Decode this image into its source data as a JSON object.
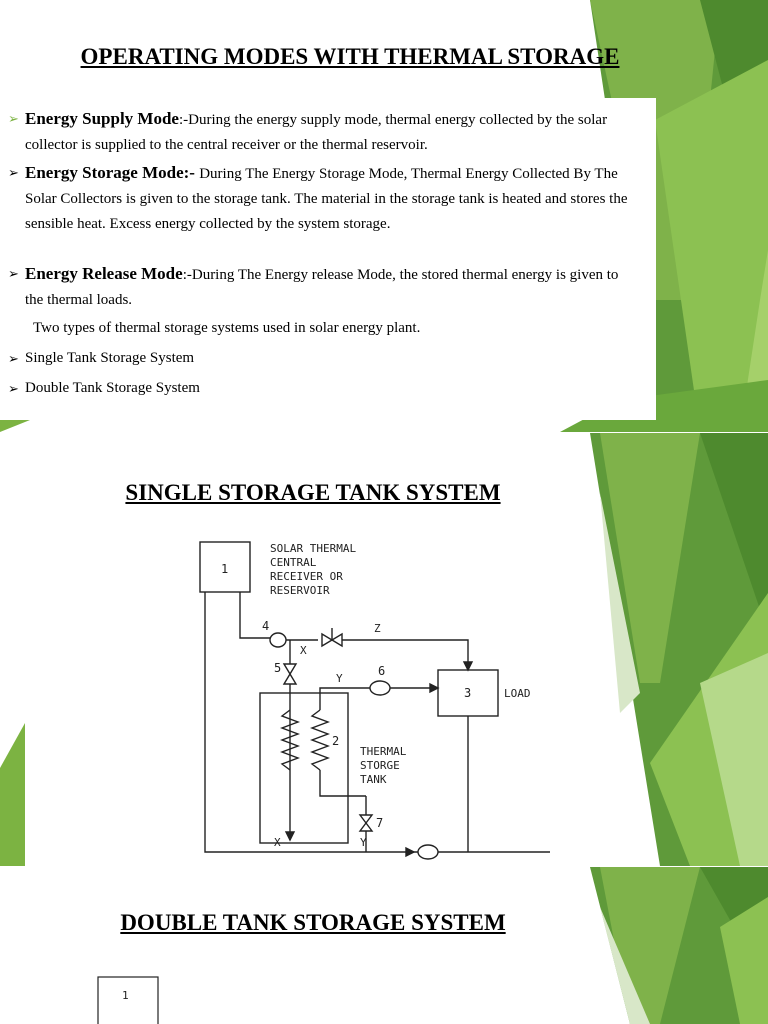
{
  "slides": [
    {
      "title": "OPERATING MODES WITH THERMAL STORAGE",
      "bullets": [
        {
          "mode": "Energy Supply Mode",
          "separator": ":-",
          "text": "During the energy supply mode, thermal energy collected by the solar collector is supplied to the central receiver or the thermal reservoir."
        },
        {
          "mode": "Energy Storage Mode",
          "separator": ":- ",
          "text": "During The Energy  Storage Mode, Thermal Energy Collected By The Solar Collectors is given to the storage tank. The material in the storage tank is heated and stores the sensible heat. Excess energy collected by the system storage."
        },
        {
          "mode": "Energy Release Mode",
          "separator": ":-",
          "text": "During The Energy   release Mode, the stored thermal energy is given to the thermal loads."
        }
      ],
      "intro": "Two types of thermal storage systems used in solar energy plant.",
      "systems": [
        "Single Tank Storage System",
        "Double Tank Storage System"
      ]
    },
    {
      "title": "SINGLE STORAGE TANK SYSTEM",
      "diagram": {
        "receiver_number": "1",
        "receiver_label": [
          "SOLAR THERMAL",
          "CENTRAL",
          "RECEIVER OR",
          "RESERVOIR"
        ],
        "load_number": "3",
        "load_label": "LOAD",
        "tank_number": "2",
        "tank_label": [
          "THERMAL",
          "STORGE",
          "TANK"
        ],
        "pump_4": "4",
        "valve_5": "5",
        "pump_6": "6",
        "valve_7": "7",
        "line_z": "Z",
        "line_x_top": "X",
        "line_y_top": "Y",
        "line_x_bottom": "X",
        "line_y_bottom": "Y"
      }
    },
    {
      "title": "DOUBLE TANK STORAGE SYSTEM",
      "diagram": {
        "box_number": "1"
      }
    }
  ]
}
